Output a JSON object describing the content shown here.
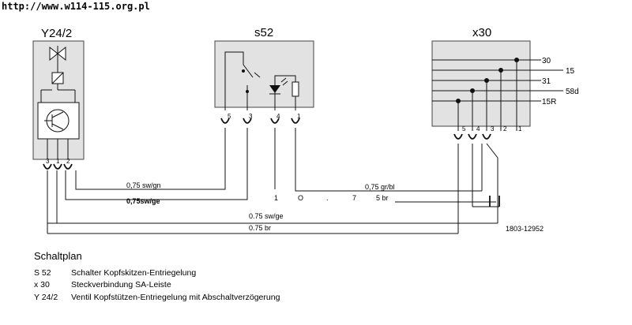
{
  "watermark": "http://www.w114-115.org.pl",
  "components": {
    "y24_2": {
      "title": "Y24/2",
      "pins": [
        "3",
        "1",
        "2"
      ]
    },
    "s52": {
      "title": "s52",
      "pins": [
        "5",
        "3",
        "4",
        "1"
      ]
    },
    "x30": {
      "title": "x30",
      "pins": [
        "5",
        "4",
        "3",
        "2",
        "1"
      ],
      "terminals": [
        "30",
        "15",
        "31",
        "58d",
        "15R"
      ]
    }
  },
  "wires": {
    "sw_gn": "0,75 sw/gn",
    "sw_ge_top": "0,75sw/ge",
    "gr_bl": "0,75 gr/bl",
    "br_upper": "5 br",
    "sw_ge": "0.75 sw/ge",
    "br": "0.75 br"
  },
  "scattered_chars": [
    "1",
    "O",
    ".",
    "7"
  ],
  "drawing_number": "1803-12952",
  "legend": {
    "heading": "Schaltplan",
    "items": [
      {
        "code": "S 52",
        "text": "Schalter Kopfskitzen-Entriegelung"
      },
      {
        "code": "x 30",
        "text": "Steckverbindung SA-Leiste"
      },
      {
        "code": "Y 24/2",
        "text": "Ventil Kopfstützen-Entriegelung mit Abschaltverzögerung"
      }
    ]
  }
}
